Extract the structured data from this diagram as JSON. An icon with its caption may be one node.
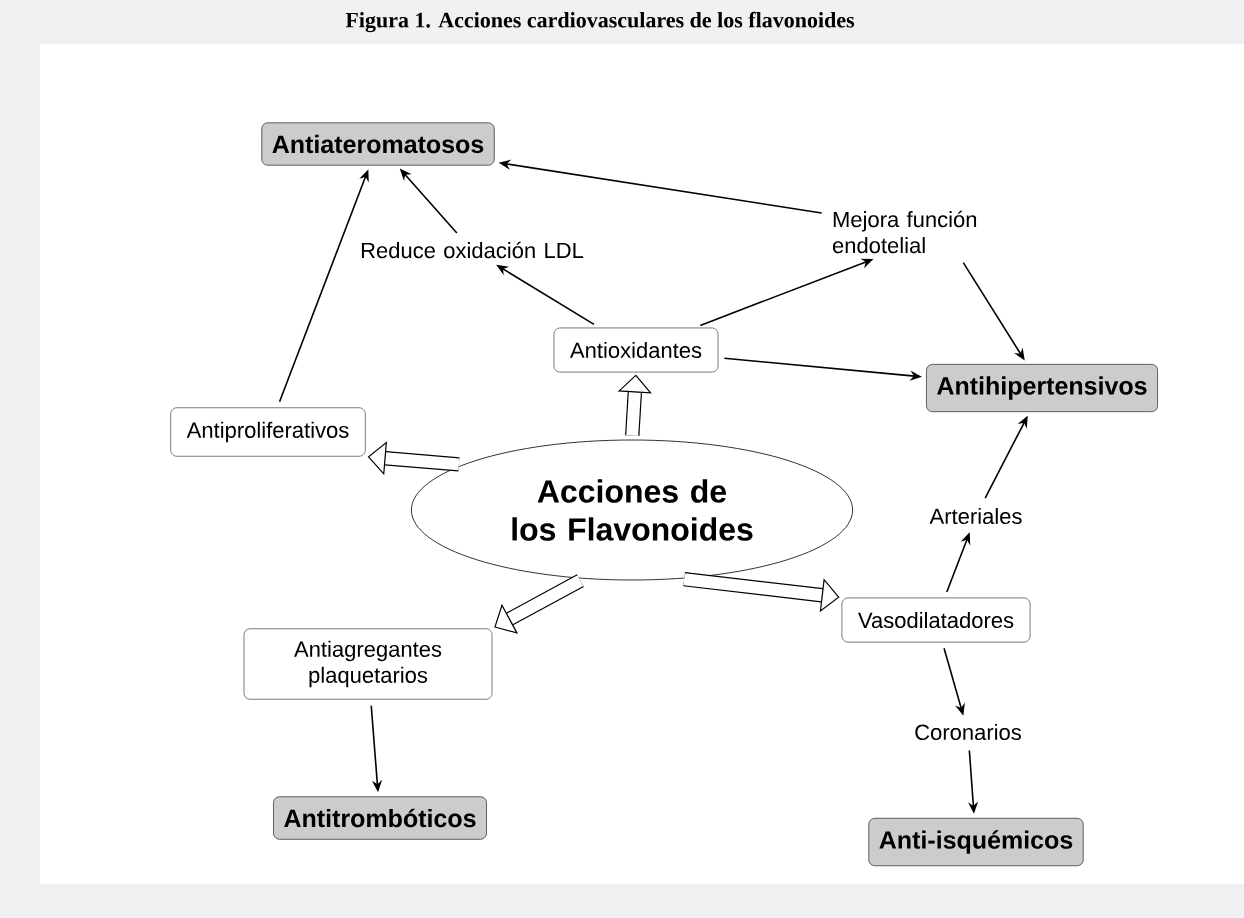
{
  "diagram": {
    "title": "Figura 1. Acciones cardiovasculares de los flavonoides",
    "nodes": [
      {
        "text": [
          "Antiateromatosos"
        ]
      },
      {
        "text": [
          "Reduce oxidación LDL"
        ]
      },
      {
        "text": [
          "Mejora función endotelial"
        ]
      },
      {
        "text": [
          "Antioxidantes"
        ]
      },
      {
        "text": [
          "Antihipertensivos"
        ]
      },
      {
        "text": [
          "Antiproliferativos"
        ]
      },
      {
        "text": [
          "Acciones de los Flavonoides"
        ]
      },
      {
        "text": [
          "Arteriales"
        ]
      },
      {
        "text": [
          "Antiagregantes plaquetarios"
        ]
      },
      {
        "text": [
          "Vasodilatadores"
        ]
      },
      {
        "text": [
          "Coronarios"
        ]
      },
      {
        "text": [
          "Antitrombóticos"
        ]
      },
      {
        "text": [
          "Anti-isquémicos"
        ]
      }
    ],
    "edges": [
      {
        "from": 5,
        "to": 0,
        "arrow": "to"
      },
      {
        "from": 1,
        "to": 0,
        "arrow": "to"
      },
      {
        "from": 2,
        "to": 0,
        "arrow": "to"
      },
      {
        "from": 3,
        "to": 1,
        "arrow": "to"
      },
      {
        "from": 3,
        "to": 2,
        "arrow": "to"
      },
      {
        "from": 2,
        "to": 4,
        "arrow": "to"
      },
      {
        "from": 3,
        "to": 4,
        "arrow": "to"
      },
      {
        "from": 6,
        "to": 3,
        "arrow": "to",
        "style": "thick"
      },
      {
        "from": 6,
        "to": 5,
        "arrow": "to",
        "style": "thick"
      },
      {
        "from": 6,
        "to": 8,
        "arrow": "to",
        "style": "thick"
      },
      {
        "from": 6,
        "to": 9,
        "arrow": "to",
        "style": "thick"
      },
      {
        "from": 9,
        "to": 7,
        "arrow": "to"
      },
      {
        "from": 7,
        "to": 4,
        "arrow": "to"
      },
      {
        "from": 9,
        "to": 10,
        "arrow": "to"
      },
      {
        "from": 10,
        "to": 12,
        "arrow": "to"
      },
      {
        "from": 8,
        "to": 11,
        "arrow": "to"
      }
    ]
  }
}
